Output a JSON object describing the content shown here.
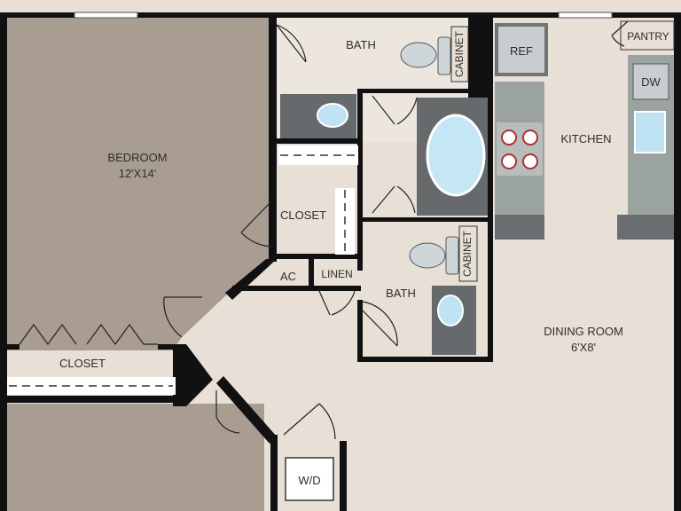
{
  "rooms": {
    "bedroom": {
      "name": "BEDROOM",
      "dims": "12'X14'"
    },
    "bath_top": {
      "name": "BATH"
    },
    "bath_mid": {
      "name": "BATH"
    },
    "closet_mid": {
      "name": "CLOSET"
    },
    "closet_bedroom": {
      "name": "CLOSET"
    },
    "kitchen": {
      "name": "KITCHEN"
    },
    "dining": {
      "name": "DINING ROOM",
      "dims": "6'X8'"
    },
    "pantry": {
      "name": "PANTRY"
    },
    "linen": {
      "name": "LINEN"
    }
  },
  "fixtures": {
    "ref": "REF",
    "dw": "DW",
    "ac": "AC",
    "wd": "W/D",
    "cabinet_top": "CABINET",
    "cabinet_mid": "CABINET"
  },
  "colors": {
    "bedroom_floor": "#a99d92",
    "living_floor": "#e8e0d6",
    "wall": "#111111",
    "counter": "#9aa39f",
    "appliance": "#6b6e70"
  }
}
